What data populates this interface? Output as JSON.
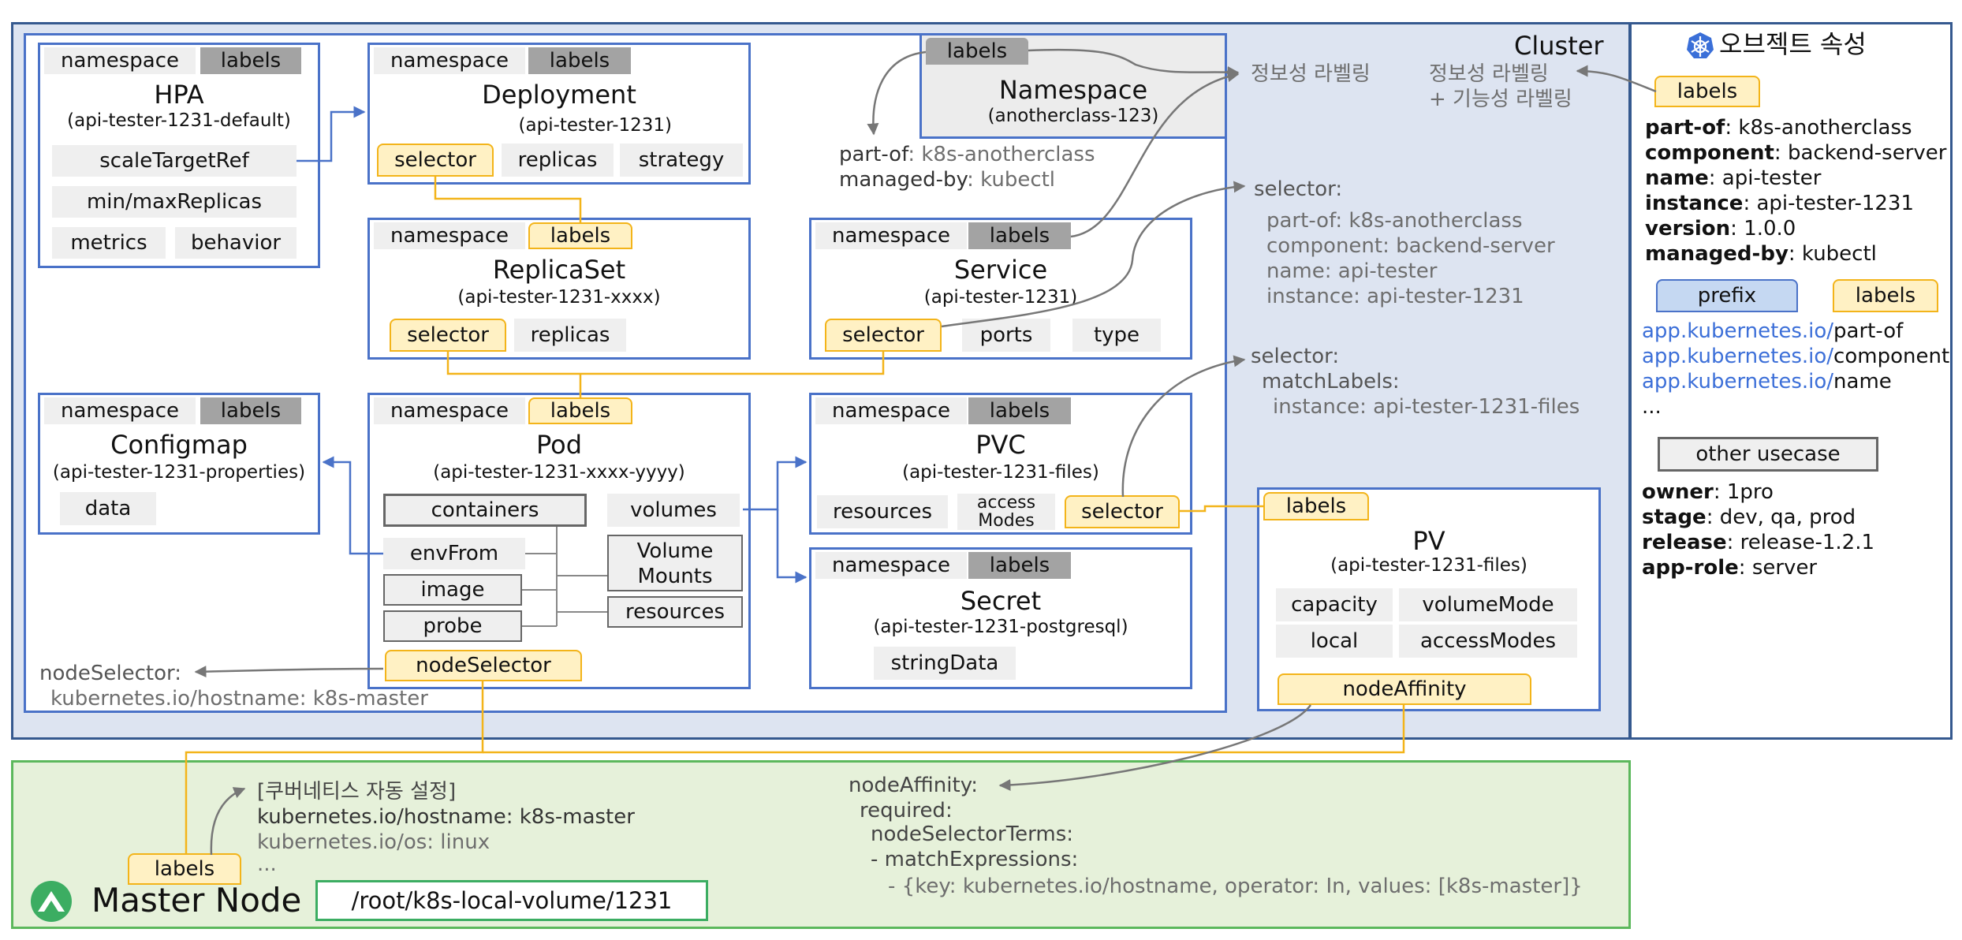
{
  "cluster": {
    "title": "Cluster"
  },
  "hpa": {
    "tabs": [
      "namespace",
      "labels"
    ],
    "title": "HPA",
    "subtitle": "(api-tester-1231-default)",
    "fields": [
      "scaleTargetRef",
      "min/maxReplicas",
      "metrics",
      "behavior"
    ]
  },
  "deployment": {
    "tabs": [
      "namespace",
      "labels"
    ],
    "title": "Deployment",
    "subtitle": "(api-tester-1231)",
    "fields": [
      "selector",
      "replicas",
      "strategy"
    ]
  },
  "namespace_obj": {
    "tab": "labels",
    "title": "Namespace",
    "subtitle": "(anotherclass-123)"
  },
  "ns_labels": {
    "lines": [
      {
        "key": "part-of",
        "val": ": k8s-anotherclass"
      },
      {
        "key": "managed-by",
        "val": ": kubectl"
      }
    ]
  },
  "info_label_1": "정보성 라벨링",
  "info_label_2": [
    "정보성 라벨링",
    "+ 기능성 라벨링"
  ],
  "replicaset": {
    "tabs": [
      "namespace",
      "labels"
    ],
    "title": "ReplicaSet",
    "subtitle": "(api-tester-1231-xxxx)",
    "fields": [
      "selector",
      "replicas"
    ]
  },
  "service": {
    "tabs": [
      "namespace",
      "labels"
    ],
    "title": "Service",
    "subtitle": "(api-tester-1231)",
    "fields": [
      "selector",
      "ports",
      "type"
    ]
  },
  "svc_selector": {
    "head": "selector:",
    "lines": [
      "part-of: k8s-anotherclass",
      "component: backend-server",
      "name: api-tester",
      "instance: api-tester-1231"
    ]
  },
  "pvc_selector": {
    "head": "selector:",
    "lines": [
      "matchLabels:",
      "instance: api-tester-1231-files"
    ]
  },
  "configmap": {
    "tabs": [
      "namespace",
      "labels"
    ],
    "title": "Configmap",
    "subtitle": "(api-tester-1231-properties)",
    "fields": [
      "data"
    ]
  },
  "pod": {
    "tabs": [
      "namespace",
      "labels"
    ],
    "title": "Pod",
    "subtitle": "(api-tester-1231-xxxx-yyyy)",
    "fields": [
      "containers",
      "envFrom",
      "image",
      "probe",
      "volumes",
      "Volume",
      "Mounts",
      "resources",
      "nodeSelector"
    ]
  },
  "pvc": {
    "tabs": [
      "namespace",
      "labels"
    ],
    "title": "PVC",
    "subtitle": "(api-tester-1231-files)",
    "fields": [
      "resources",
      "access",
      "Modes",
      "selector"
    ]
  },
  "secret": {
    "tabs": [
      "namespace",
      "labels"
    ],
    "title": "Secret",
    "subtitle": "(api-tester-1231-postgresql)",
    "fields": [
      "stringData"
    ]
  },
  "pv": {
    "label": "labels",
    "title": "PV",
    "subtitle": "(api-tester-1231-files)",
    "fields": [
      "capacity",
      "volumeMode",
      "local",
      "accessModes",
      "nodeAffinity"
    ]
  },
  "node_selector": {
    "head": "nodeSelector:",
    "line": "kubernetes.io/hostname: k8s-master"
  },
  "attrs": {
    "title": "오브젝트 속성",
    "labels_tag": "labels",
    "lines": [
      {
        "key": "part-of",
        "val": ": k8s-anotherclass"
      },
      {
        "key": "component",
        "val": ": backend-server"
      },
      {
        "key": "name",
        "val": ": api-tester"
      },
      {
        "key": "instance",
        "val": ": api-tester-1231"
      },
      {
        "key": "version",
        "val": ": 1.0.0"
      },
      {
        "key": "managed-by",
        "val": ": kubectl"
      }
    ],
    "prefix_tag": "prefix",
    "labels_tag2": "labels",
    "prefix_lines": [
      {
        "pre": "app.kubernetes.io/",
        "key": "part-of"
      },
      {
        "pre": "app.kubernetes.io/",
        "key": "component"
      },
      {
        "pre": "app.kubernetes.io/",
        "key": "name"
      }
    ],
    "ellipsis": "...",
    "other_usecase": "other usecase",
    "usecase_lines": [
      {
        "key": "owner",
        "val": ": 1pro"
      },
      {
        "key": "stage",
        "val": ": dev, qa, prod"
      },
      {
        "key": "release",
        "val": ": release-1.2.1"
      },
      {
        "key": "app-role",
        "val": ": server"
      }
    ]
  },
  "node": {
    "title": "Master Node",
    "path": "/root/k8s-local-volume/1231",
    "labels_tag": "labels",
    "auto_head": "[쿠버네티스 자동 설정]",
    "auto_lines": [
      "kubernetes.io/hostname: k8s-master",
      "kubernetes.io/os: linux",
      "..."
    ],
    "affinity_lines": [
      "nodeAffinity:",
      "required:",
      "nodeSelectorTerms:",
      "- matchExpressions:",
      "- {key: kubernetes.io/hostname, operator: In, values: [k8s-master]}"
    ]
  },
  "colors": {
    "blue": "#4a72c8",
    "yellow": "#f3b41a",
    "green": "#5cb85c",
    "cluster_bg": "#dde4f1",
    "node_bg": "#e6f1da"
  }
}
